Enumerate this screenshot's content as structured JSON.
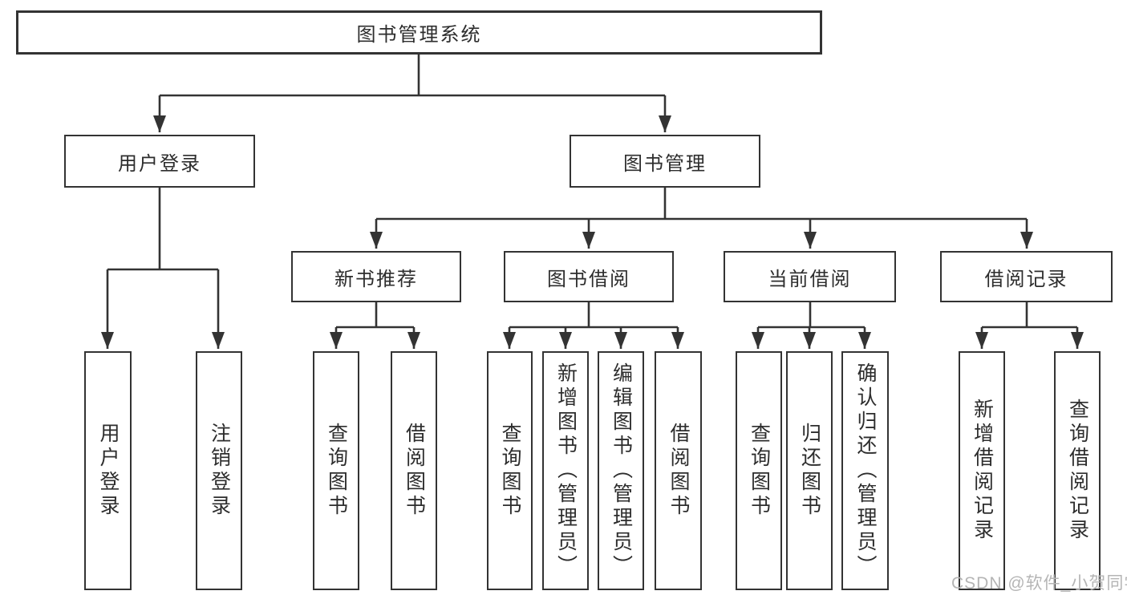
{
  "diagram": {
    "type": "hierarchy-tree",
    "orientation": "top-down"
  },
  "tree": {
    "label": "图书管理系统",
    "children": [
      {
        "label": "用户登录",
        "children": [
          {
            "label": "用户登录"
          },
          {
            "label": "注销登录"
          }
        ]
      },
      {
        "label": "图书管理",
        "children": [
          {
            "label": "新书推荐",
            "children": [
              {
                "label": "查询图书"
              },
              {
                "label": "借阅图书"
              }
            ]
          },
          {
            "label": "图书借阅",
            "children": [
              {
                "label": "查询图书"
              },
              {
                "label": "新增图书（管理员）"
              },
              {
                "label": "编辑图书（管理员）"
              },
              {
                "label": "借阅图书"
              }
            ]
          },
          {
            "label": "当前借阅",
            "children": [
              {
                "label": "查询图书"
              },
              {
                "label": "归还图书"
              },
              {
                "label": "确认归还（管理员）"
              }
            ]
          },
          {
            "label": "借阅记录",
            "children": [
              {
                "label": "新增借阅记录"
              },
              {
                "label": "查询借阅记录"
              }
            ]
          }
        ]
      }
    ]
  },
  "watermark": {
    "text": "CSDN @软件_小贺同学"
  },
  "colors": {
    "line": "#333333",
    "box_border": "#333333",
    "text": "#2d2d2d",
    "watermark": "#b5b5b5",
    "background": "#ffffff"
  }
}
